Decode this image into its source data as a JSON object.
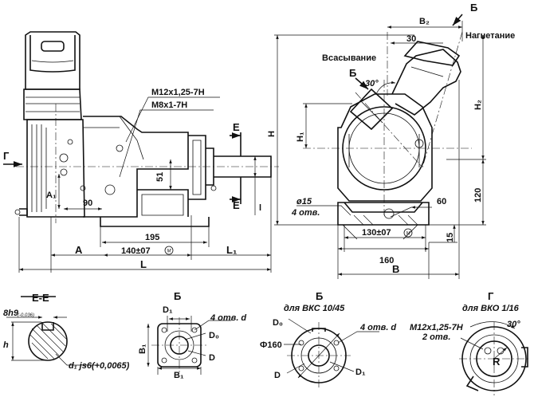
{
  "side_view": {
    "label_g_arrow": "Г",
    "thread_1": "M12x1,25-7H",
    "thread_2": "M8x1-7H",
    "dim_a1": "A₁",
    "dim_90": "90",
    "dim_51": "51",
    "section_e_top": "Е",
    "section_e_bottom": "Е",
    "dim_l_small": "l",
    "dim_195": "195",
    "dim_140": "140±07",
    "dim_140_mark": "M",
    "dim_a": "A",
    "dim_l1": "L₁",
    "dim_l": "L"
  },
  "front_view": {
    "label_b_top": "Б",
    "dim_b2": "B₂",
    "outlet_label": "Нагнетание",
    "inlet_label": "Всасывание",
    "label_b_mid": "Б",
    "dim_30_top": "30",
    "dim_30_angle": "30°",
    "dim_h": "H",
    "dim_h1": "H₁",
    "dim_h2": "H₂",
    "dim_120": "120",
    "dim_15_dia": "ø15",
    "dim_4_holes": "4 отв.",
    "dim_60": "60",
    "dim_130": "130±07",
    "dim_130_mark": "M",
    "dim_15": "15",
    "dim_160": "160",
    "dim_b": "B"
  },
  "details": {
    "section_ee": {
      "title": "Е-Е",
      "keyway": "8h9",
      "keyway_tol": "(-0,036)",
      "dim_h": "h",
      "shaft": "d₁ js6(+0,0065)"
    },
    "view_b_square": {
      "title": "Б",
      "d1": "D₁",
      "holes": "4 отв. d",
      "d0": "D₀",
      "b1_vertical": "B₁",
      "d": "D",
      "b1_horizontal": "B₁"
    },
    "view_b_round": {
      "title": "Б",
      "subtitle": "для ВКС 10/45",
      "d0": "D₀",
      "holes": "4 отв. d",
      "dia_160": "Ф160",
      "d": "D",
      "d1": "D₁"
    },
    "view_g": {
      "title": "Г",
      "subtitle": "для ВКО 1/16",
      "thread": "M12x1,25-7H",
      "holes": "2 отв.",
      "angle": "30°",
      "radius": "R"
    }
  }
}
